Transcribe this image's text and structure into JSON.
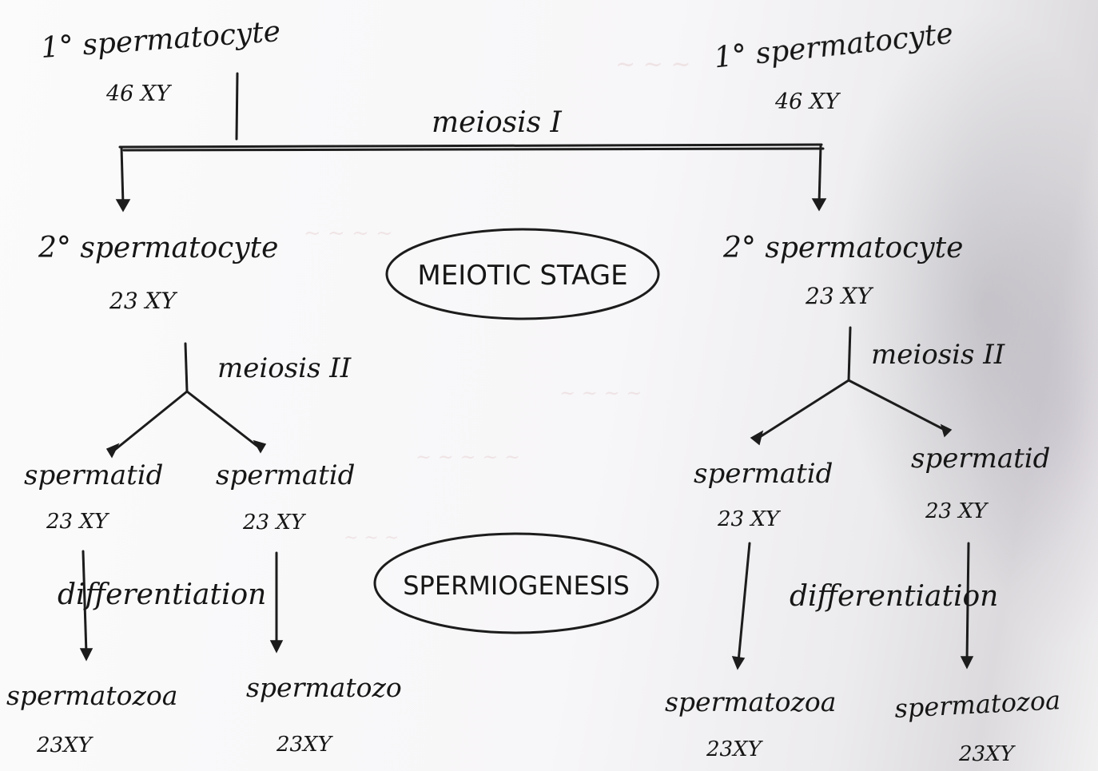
{
  "diagram": {
    "top": {
      "left": {
        "title": "1° spermatocyte",
        "count": "46 XY"
      },
      "right": {
        "title": "1° spermatocyte",
        "count": "46 XY"
      },
      "meiosis_label": "meiosis I"
    },
    "middle": {
      "left": {
        "title": "2° spermatocyte",
        "count": "23 XY"
      },
      "right": {
        "title": "2° spermatocyte",
        "count": "23 XY"
      },
      "stage_label": "MEIOTIC STAGE",
      "meiosis_left": "meiosis II",
      "meiosis_right": "meiosis II"
    },
    "spermatids": [
      {
        "title": "spermatid",
        "count": "23 XY"
      },
      {
        "title": "spermatid",
        "count": "23 XY"
      },
      {
        "title": "spermatid",
        "count": "23 XY"
      },
      {
        "title": "spermatid",
        "count": "23 XY"
      }
    ],
    "differentiation": {
      "left": "differentiation",
      "right": "differentiation",
      "stage_label": "SPERMIOGENESIS"
    },
    "spermatozoa": [
      {
        "title": "spermatozoa",
        "count": "23XY"
      },
      {
        "title": "spermatozo",
        "count": "23XY"
      },
      {
        "title": "spermatozoa",
        "count": "23XY"
      },
      {
        "title": "spermatozoa",
        "count": "23XY"
      }
    ]
  }
}
